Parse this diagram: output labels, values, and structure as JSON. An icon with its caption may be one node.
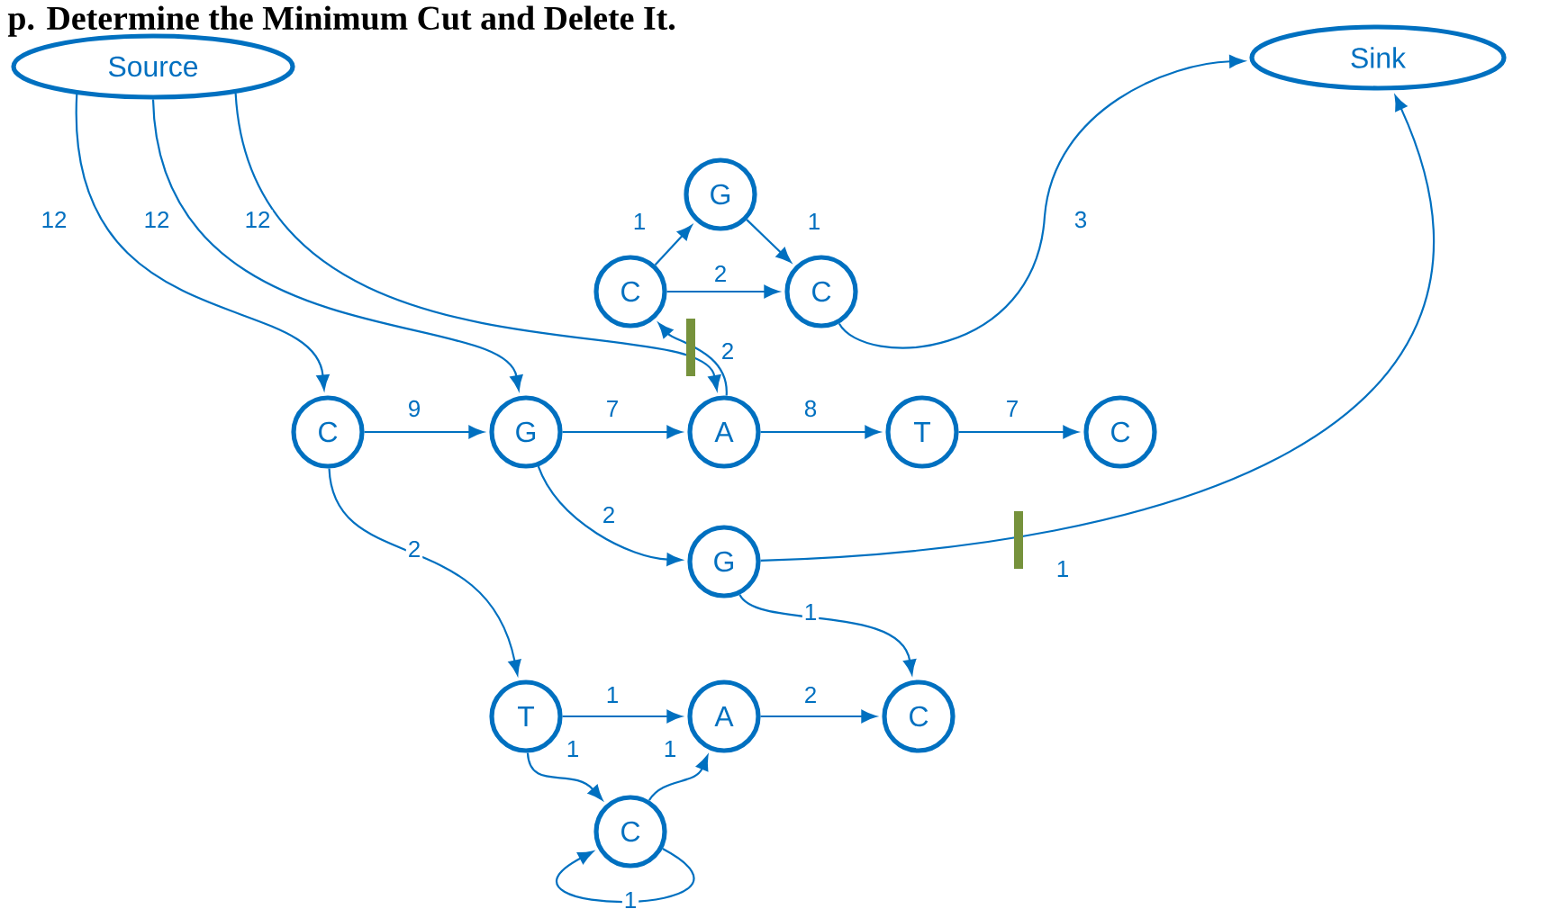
{
  "diagram": {
    "title": "p. Determine the Minimum Cut and Delete It.",
    "nodes": [
      {
        "text": [
          "Source"
        ]
      },
      {
        "text": [
          "Sink"
        ]
      },
      {
        "text": [
          "C"
        ]
      },
      {
        "text": [
          "G"
        ]
      },
      {
        "text": [
          "A"
        ]
      },
      {
        "text": [
          "T"
        ]
      },
      {
        "text": [
          "C"
        ]
      },
      {
        "text": [
          "G"
        ]
      },
      {
        "text": [
          "C"
        ]
      },
      {
        "text": [
          "C"
        ]
      },
      {
        "text": [
          "G"
        ]
      },
      {
        "text": [
          "C"
        ]
      },
      {
        "text": [
          "T"
        ]
      },
      {
        "text": [
          "A"
        ]
      },
      {
        "text": [
          "C"
        ]
      }
    ],
    "edges": [
      {
        "from": 0,
        "to": 2,
        "arrow": "to",
        "label": "12"
      },
      {
        "from": 0,
        "to": 3,
        "arrow": "to",
        "label": "12"
      },
      {
        "from": 0,
        "to": 4,
        "arrow": "to",
        "label": "12"
      },
      {
        "from": 2,
        "to": 3,
        "arrow": "to",
        "label": "9"
      },
      {
        "from": 3,
        "to": 4,
        "arrow": "to",
        "label": "7"
      },
      {
        "from": 4,
        "to": 5,
        "arrow": "to",
        "label": "8"
      },
      {
        "from": 5,
        "to": 6,
        "arrow": "to",
        "label": "7"
      },
      {
        "from": 8,
        "to": 7,
        "arrow": "to",
        "label": "1"
      },
      {
        "from": 7,
        "to": 9,
        "arrow": "to",
        "label": "1"
      },
      {
        "from": 8,
        "to": 9,
        "arrow": "to",
        "label": "2"
      },
      {
        "from": 4,
        "to": 8,
        "arrow": "to",
        "label": "2"
      },
      {
        "from": 9,
        "to": 1,
        "arrow": "to",
        "label": "3"
      },
      {
        "from": 3,
        "to": 10,
        "arrow": "to",
        "label": "2"
      },
      {
        "from": 10,
        "to": 1,
        "arrow": "to",
        "label": "1"
      },
      {
        "from": 10,
        "to": 11,
        "arrow": "to",
        "label": "1"
      },
      {
        "from": 2,
        "to": 12,
        "arrow": "to",
        "label": "2"
      },
      {
        "from": 12,
        "to": 13,
        "arrow": "to",
        "label": "1"
      },
      {
        "from": 13,
        "to": 11,
        "arrow": "to",
        "label": "2"
      },
      {
        "from": 12,
        "to": 14,
        "arrow": "to",
        "label": "1"
      },
      {
        "from": 14,
        "to": 13,
        "arrow": "to",
        "label": "1"
      },
      {
        "from": 14,
        "to": 14,
        "arrow": "to",
        "label": "1"
      }
    ]
  }
}
